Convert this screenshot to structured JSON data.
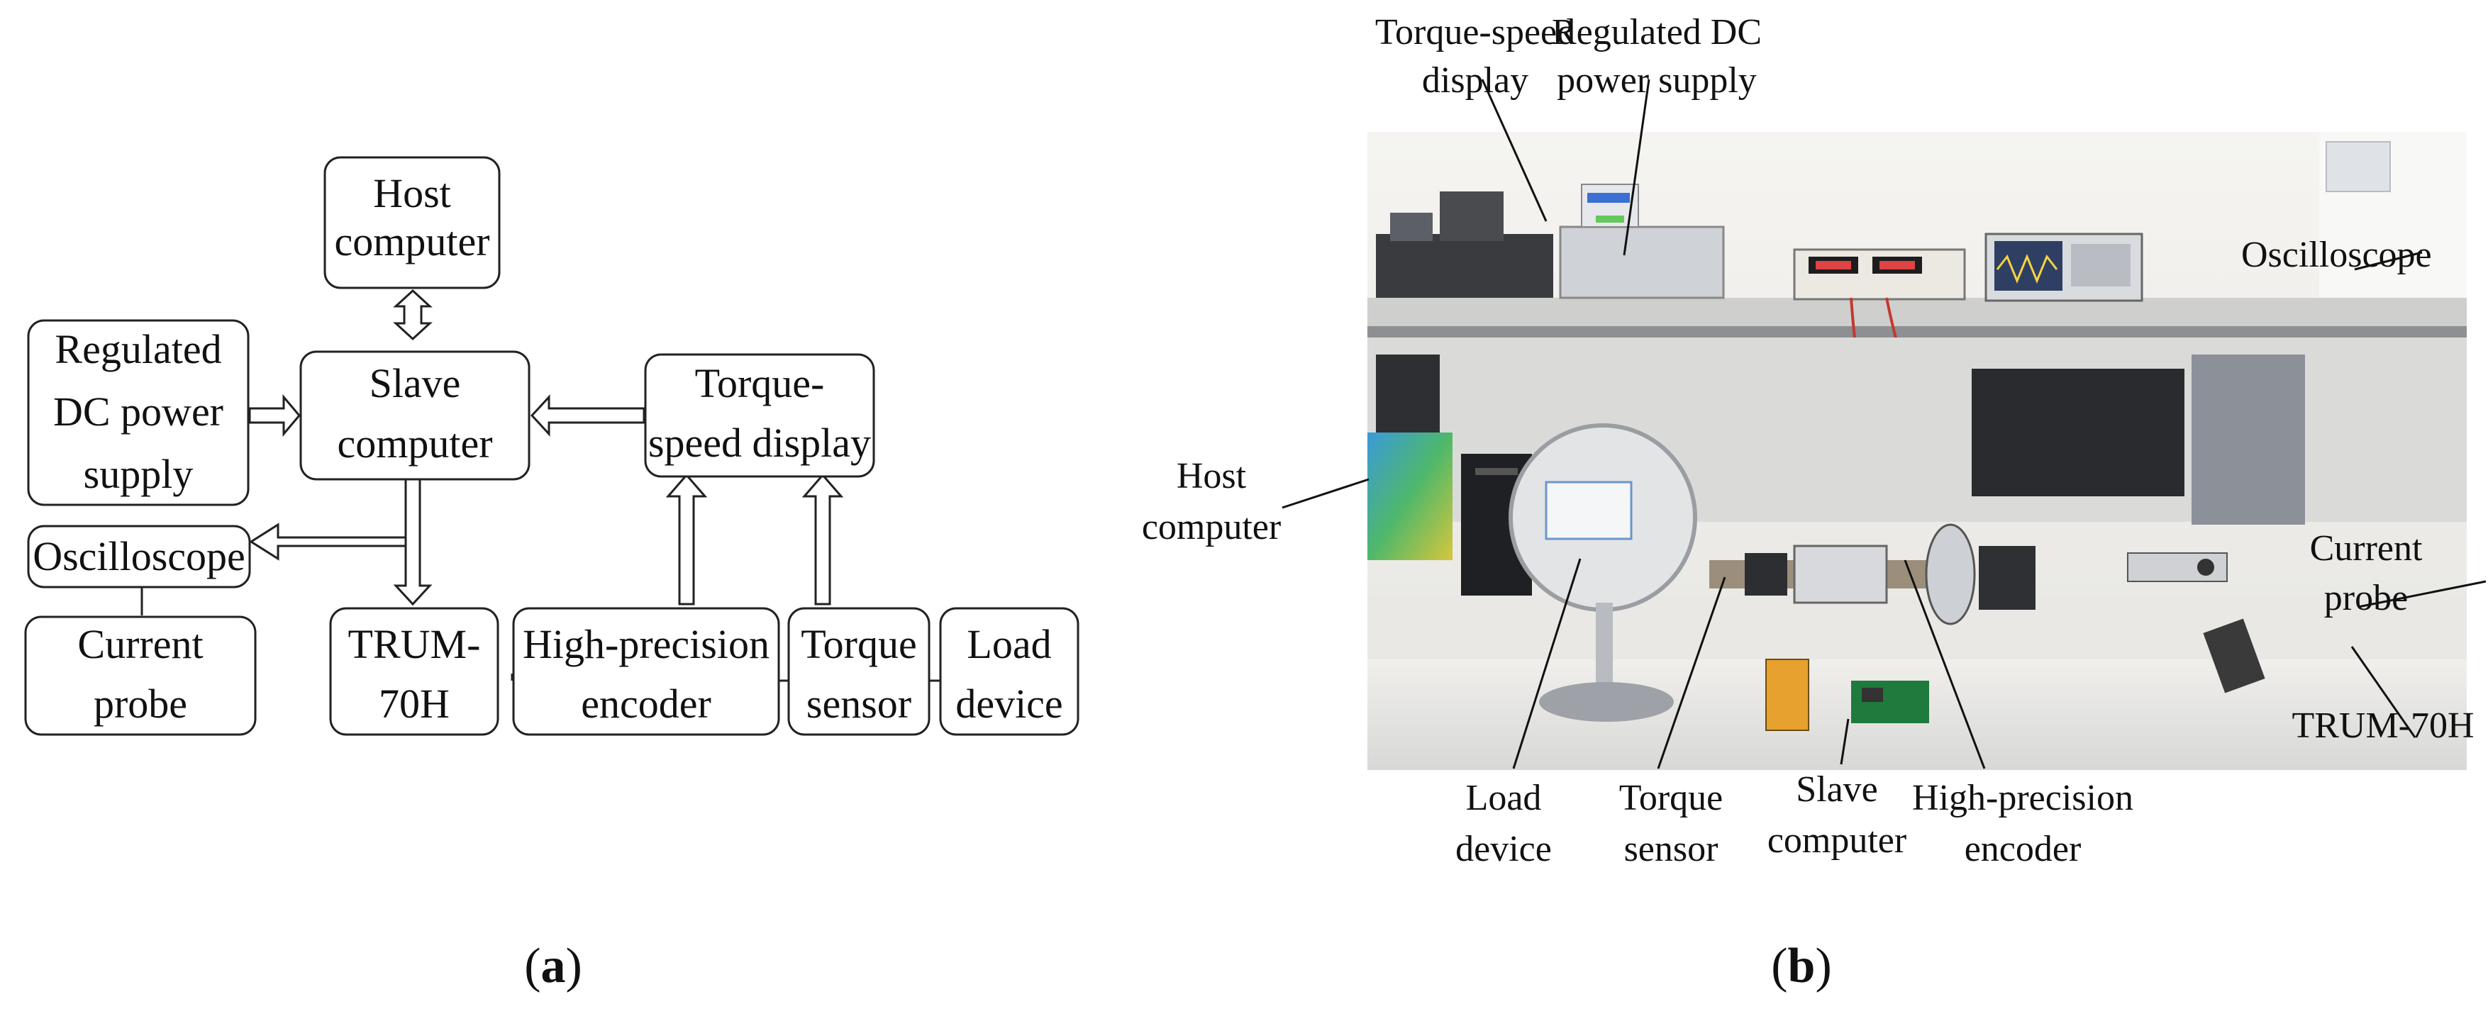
{
  "panel_a": {
    "caption_letter": "a",
    "blocks": {
      "host": [
        "Host",
        "computer"
      ],
      "power": [
        "Regulated",
        "DC power",
        "supply"
      ],
      "slave": [
        "Slave",
        "computer"
      ],
      "tsdisplay": [
        "Torque-",
        "speed display"
      ],
      "osc": [
        "Oscilloscope"
      ],
      "probe": [
        "Current",
        "probe"
      ],
      "trum": [
        "TRUM-",
        "70H"
      ],
      "encoder": [
        "High-precision",
        "encoder"
      ],
      "tsensor": [
        "Torque",
        "sensor"
      ],
      "load": [
        "Load",
        "device"
      ]
    }
  },
  "panel_b": {
    "caption_letter": "b",
    "labels": {
      "tsdisplay": [
        "Torque-speed",
        "display"
      ],
      "power": [
        "Regulated DC",
        "power supply"
      ],
      "osc": [
        "Oscilloscope"
      ],
      "host": [
        "Host",
        "computer"
      ],
      "probe": [
        "Current",
        "probe"
      ],
      "trum": [
        "TRUM-70H"
      ],
      "load": [
        "Load",
        "device"
      ],
      "tsensor": [
        "Torque",
        "sensor"
      ],
      "slave": [
        "Slave",
        "computer"
      ],
      "encoder": [
        "High-precision",
        "encoder"
      ]
    }
  }
}
